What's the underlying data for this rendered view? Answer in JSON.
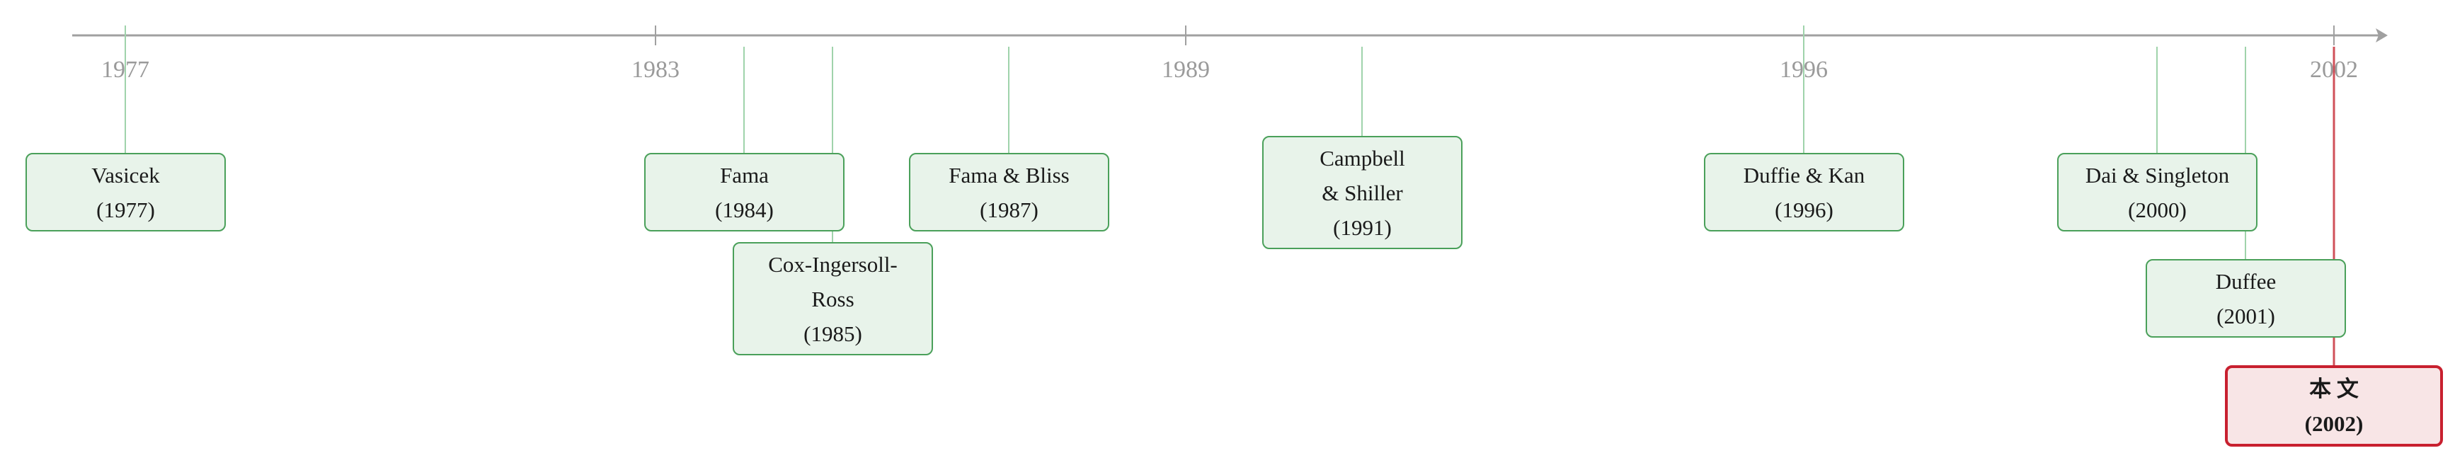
{
  "timeline": {
    "axis_ticks": [
      "1977",
      "1983",
      "1989",
      "1996",
      "2002"
    ],
    "events": [
      {
        "id": "vasicek",
        "lines": [
          "Vasicek",
          "(1977)"
        ]
      },
      {
        "id": "fama",
        "lines": [
          "Fama",
          "(1984)"
        ]
      },
      {
        "id": "cir",
        "lines": [
          "Cox-Ingersoll-",
          "Ross",
          "(1985)"
        ]
      },
      {
        "id": "fama-bliss",
        "lines": [
          "Fama & Bliss",
          "(1987)"
        ]
      },
      {
        "id": "campbell-shiller",
        "lines": [
          "Campbell",
          "& Shiller",
          "(1991)"
        ]
      },
      {
        "id": "duffie-kan",
        "lines": [
          "Duffie & Kan",
          "(1996)"
        ]
      },
      {
        "id": "dai-singleton",
        "lines": [
          "Dai & Singleton",
          "(2000)"
        ]
      },
      {
        "id": "duffee",
        "lines": [
          "Duffee",
          "(2001)"
        ]
      },
      {
        "id": "this-paper",
        "lines": [
          "本 文",
          "(2002)"
        ]
      }
    ],
    "colors": {
      "axis": "#a0a0a0",
      "connector": "#9fd3ab",
      "box_fill": "#e8f3ea",
      "box_border": "#4aa05a",
      "highlight_fill": "#f8e5e6",
      "highlight_border": "#c8202f",
      "highlight_connector": "#d0505a",
      "tick_label": "#9a9a9a"
    }
  }
}
